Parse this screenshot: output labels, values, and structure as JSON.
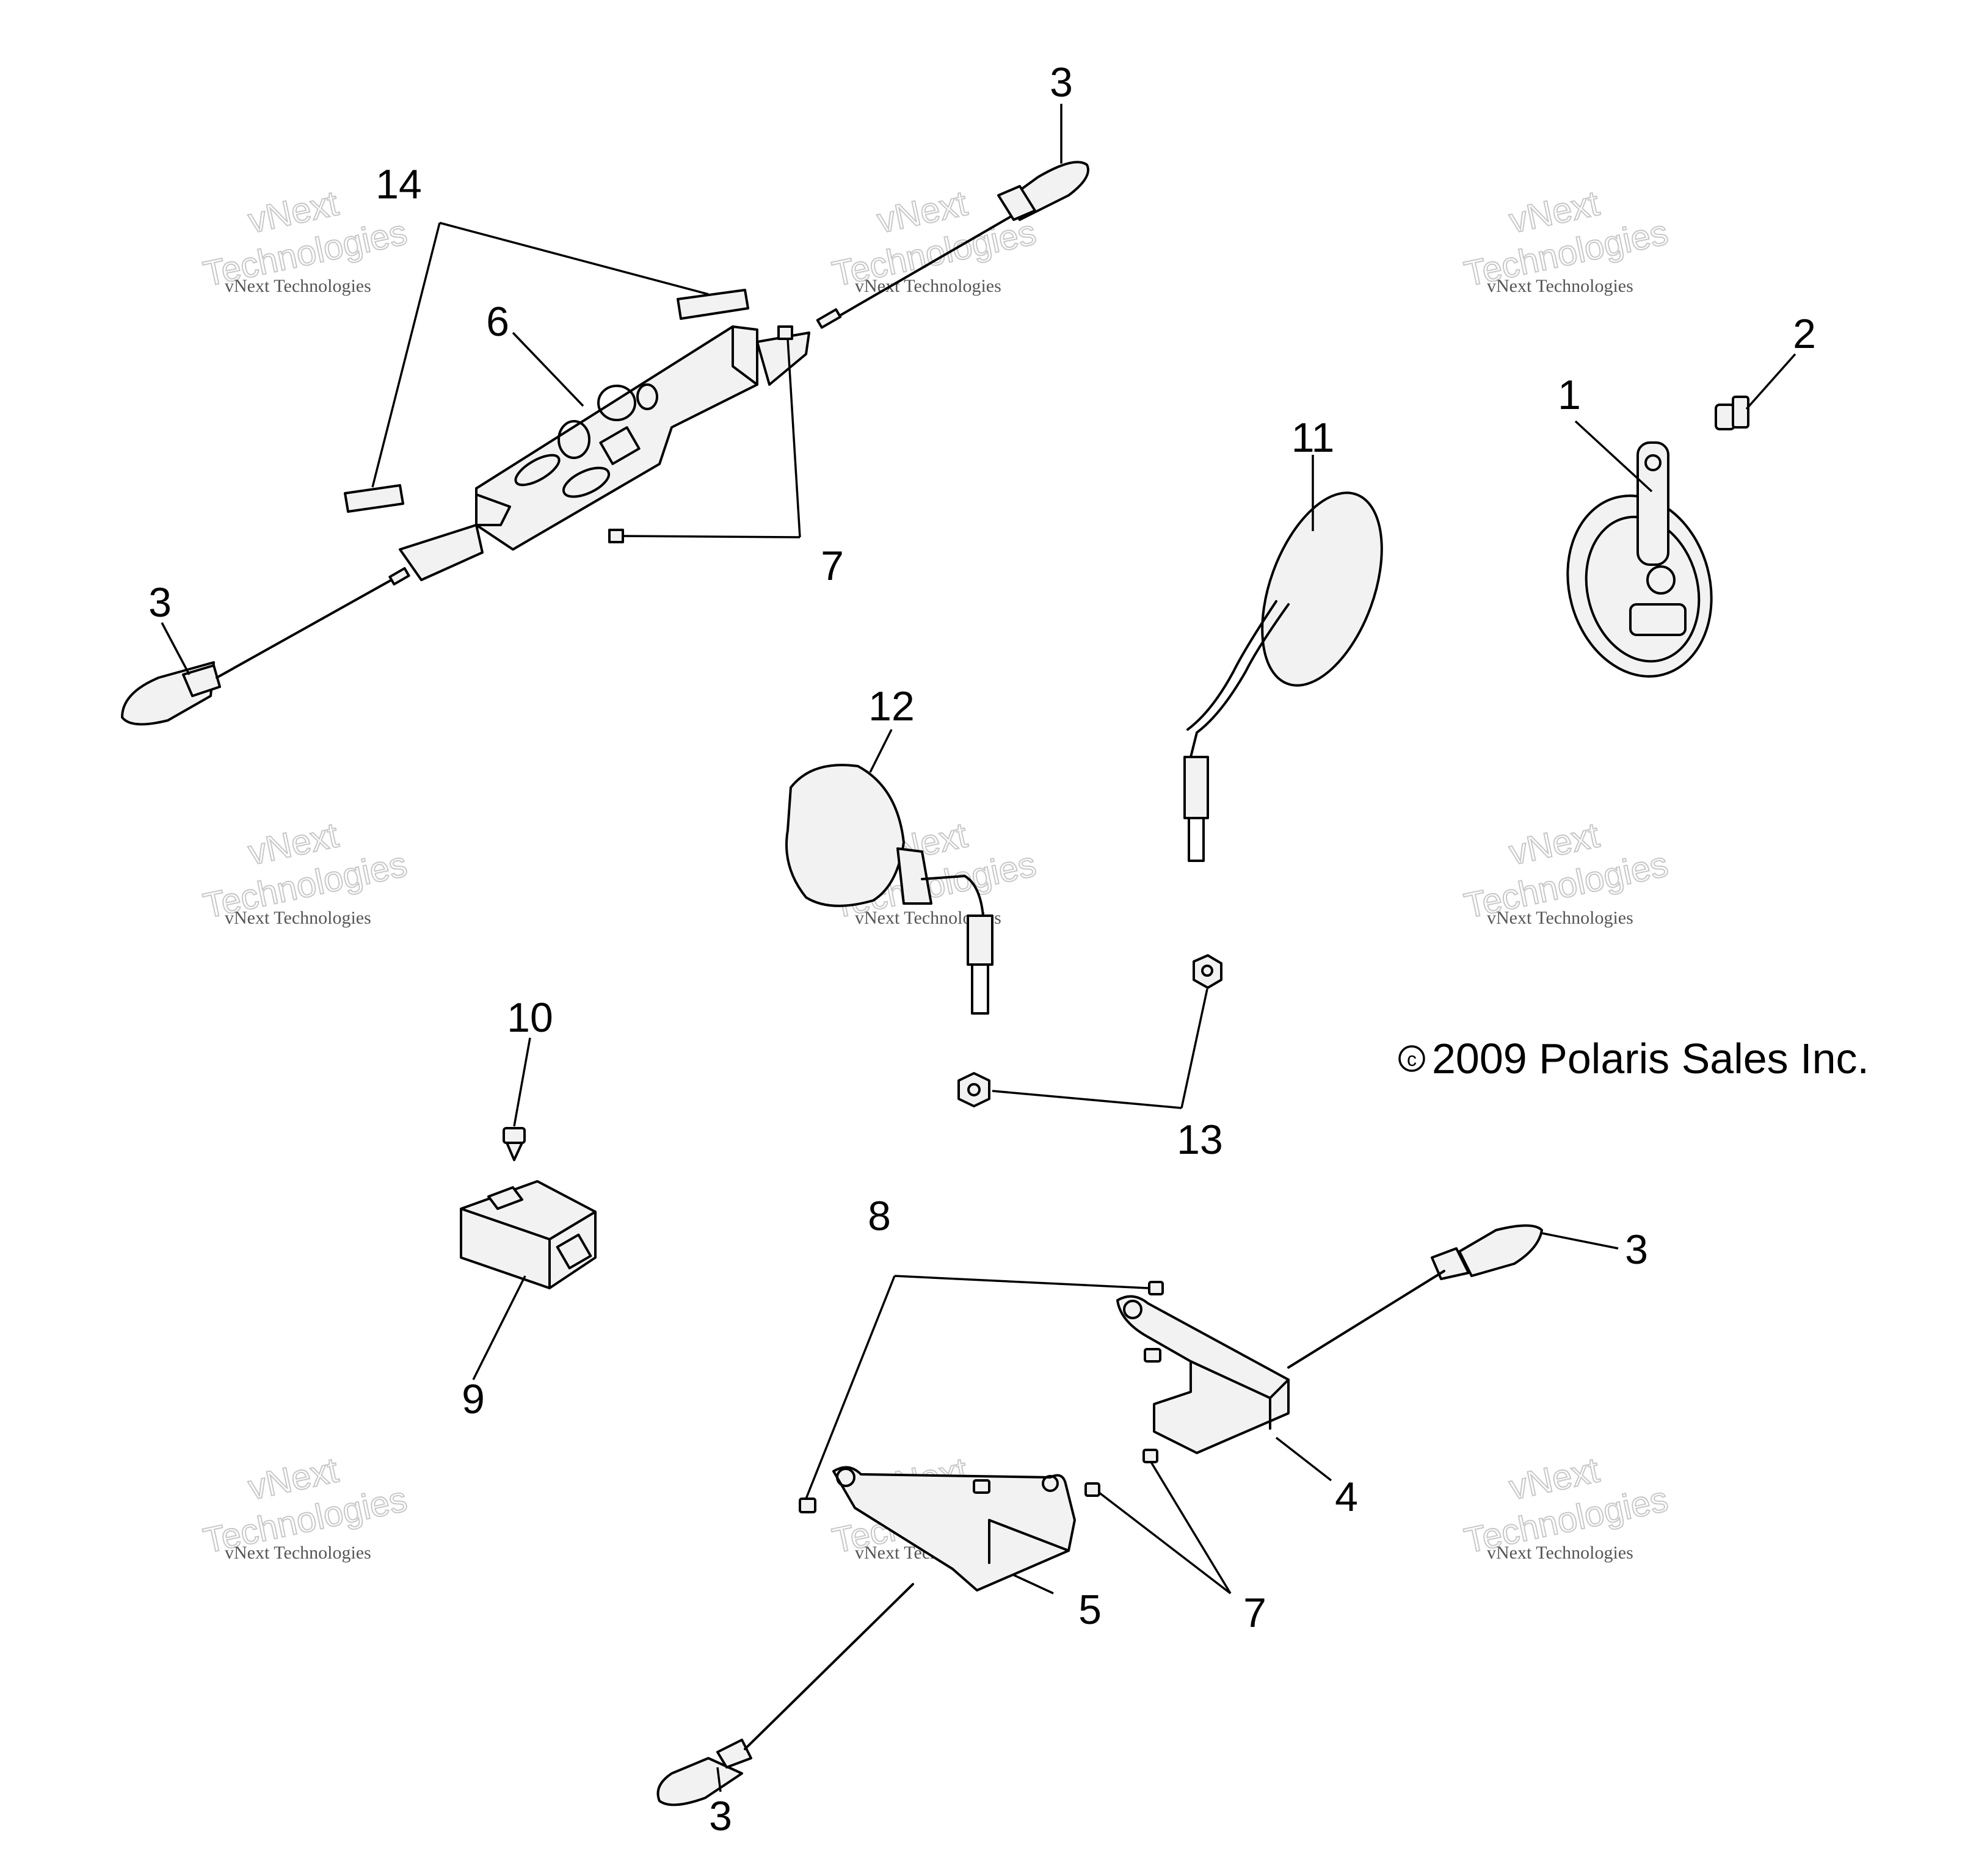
{
  "callouts": [
    {
      "label": "3"
    },
    {
      "label": "14"
    },
    {
      "label": "6"
    },
    {
      "label": "7"
    },
    {
      "label": "3"
    },
    {
      "label": "1"
    },
    {
      "label": "2"
    },
    {
      "label": "11"
    },
    {
      "label": "12"
    },
    {
      "label": "10"
    },
    {
      "label": "13"
    },
    {
      "label": "9"
    },
    {
      "label": "8"
    },
    {
      "label": "3"
    },
    {
      "label": "4"
    },
    {
      "label": "5"
    },
    {
      "label": "7"
    },
    {
      "label": "3"
    }
  ],
  "watermark": {
    "line1": "vNext Technologies",
    "line2": "vNext",
    "line3": "Technologies"
  },
  "copyright": {
    "symbol": "c",
    "text": "2009 Polaris Sales Inc."
  }
}
